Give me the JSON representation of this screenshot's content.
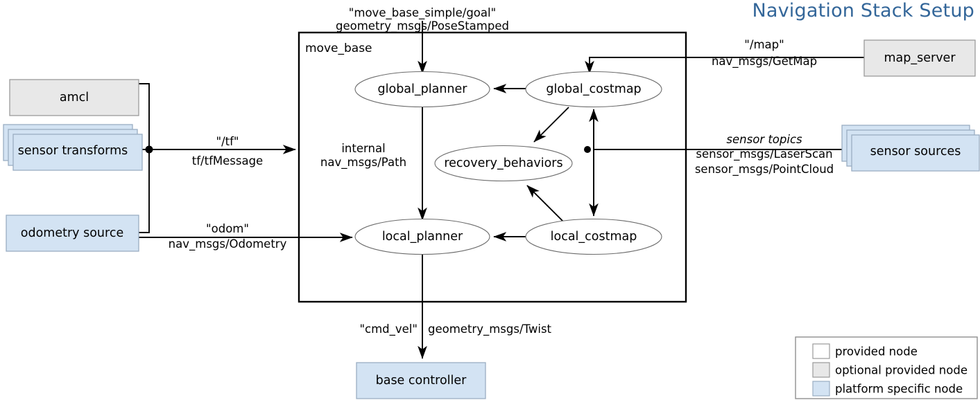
{
  "title": "Navigation Stack Setup",
  "accent_color": "#336699",
  "colors": {
    "provided_node": "#ffffff",
    "optional_provided_node": "#e8e8e8",
    "platform_specific_node": "#d3e3f3",
    "ellipse_fill": "#ffffff",
    "edge": "#000000"
  },
  "group": {
    "label": "move_base"
  },
  "internal_nodes": [
    {
      "id": "global_planner",
      "label": "global_planner"
    },
    {
      "id": "global_costmap",
      "label": "global_costmap"
    },
    {
      "id": "recovery_behaviors",
      "label": "recovery_behaviors"
    },
    {
      "id": "local_planner",
      "label": "local_planner"
    },
    {
      "id": "local_costmap",
      "label": "local_costmap"
    }
  ],
  "external_nodes": [
    {
      "id": "amcl",
      "label": "amcl",
      "kind": "optional provided node",
      "stacked": false
    },
    {
      "id": "sensor_transforms",
      "label": "sensor transforms",
      "kind": "platform specific node",
      "stacked": true
    },
    {
      "id": "odometry_source",
      "label": "odometry source",
      "kind": "platform specific node",
      "stacked": false
    },
    {
      "id": "map_server",
      "label": "map_server",
      "kind": "optional provided node",
      "stacked": false
    },
    {
      "id": "sensor_sources",
      "label": "sensor sources",
      "kind": "platform specific node",
      "stacked": true
    },
    {
      "id": "base_controller",
      "label": "base controller",
      "kind": "platform specific node",
      "stacked": false
    }
  ],
  "edge_labels": {
    "goal_topic": "\"move_base_simple/goal\"",
    "goal_type": "geometry_msgs/PoseStamped",
    "tf_topic": "\"/tf\"",
    "tf_type": "tf/tfMessage",
    "odom_topic": "\"odom\"",
    "odom_type": "nav_msgs/Odometry",
    "internal_topic": "internal",
    "internal_type": "nav_msgs/Path",
    "map_topic": "\"/map\"",
    "map_type": "nav_msgs/GetMap",
    "sensor_topic": "sensor topics",
    "sensor_type_1": "sensor_msgs/LaserScan",
    "sensor_type_2": "sensor_msgs/PointCloud",
    "cmdvel_topic": "\"cmd_vel\"",
    "cmdvel_type": "geometry_msgs/Twist"
  },
  "legend": {
    "items": [
      {
        "label": "provided node",
        "swatch": "#ffffff"
      },
      {
        "label": "optional provided node",
        "swatch": "#e8e8e8"
      },
      {
        "label": "platform specific node",
        "swatch": "#d3e3f3"
      }
    ]
  }
}
